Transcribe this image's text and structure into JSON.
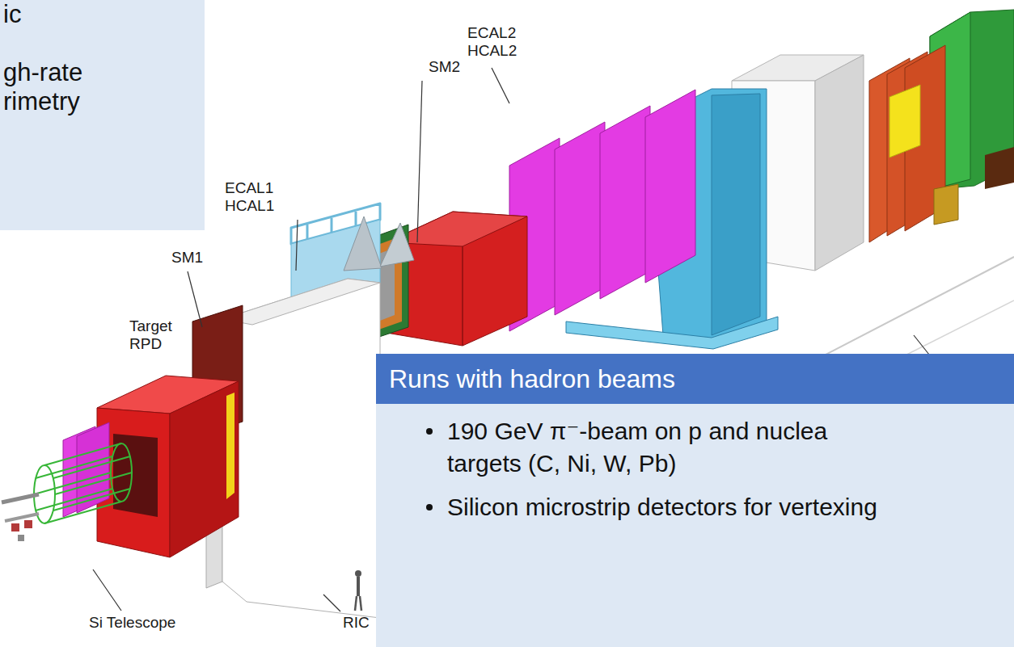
{
  "diagram": {
    "nodes": [
      {
        "text": [
          "ic",
          "gh-rate rimetry"
        ]
      },
      {
        "text": [
          "Runs with hadron beams",
          "190 GeV π⁻-beam on p and nuclea targets (C, Ni, W, Pb)",
          "Silicon microstrip detectors for vertexing"
        ]
      }
    ],
    "labels": [
      "ECAL2 HCAL2",
      "SM2",
      "ECAL1 HCAL1",
      "SM1",
      "Target RPD",
      "Si Telescope",
      "RIC"
    ]
  }
}
